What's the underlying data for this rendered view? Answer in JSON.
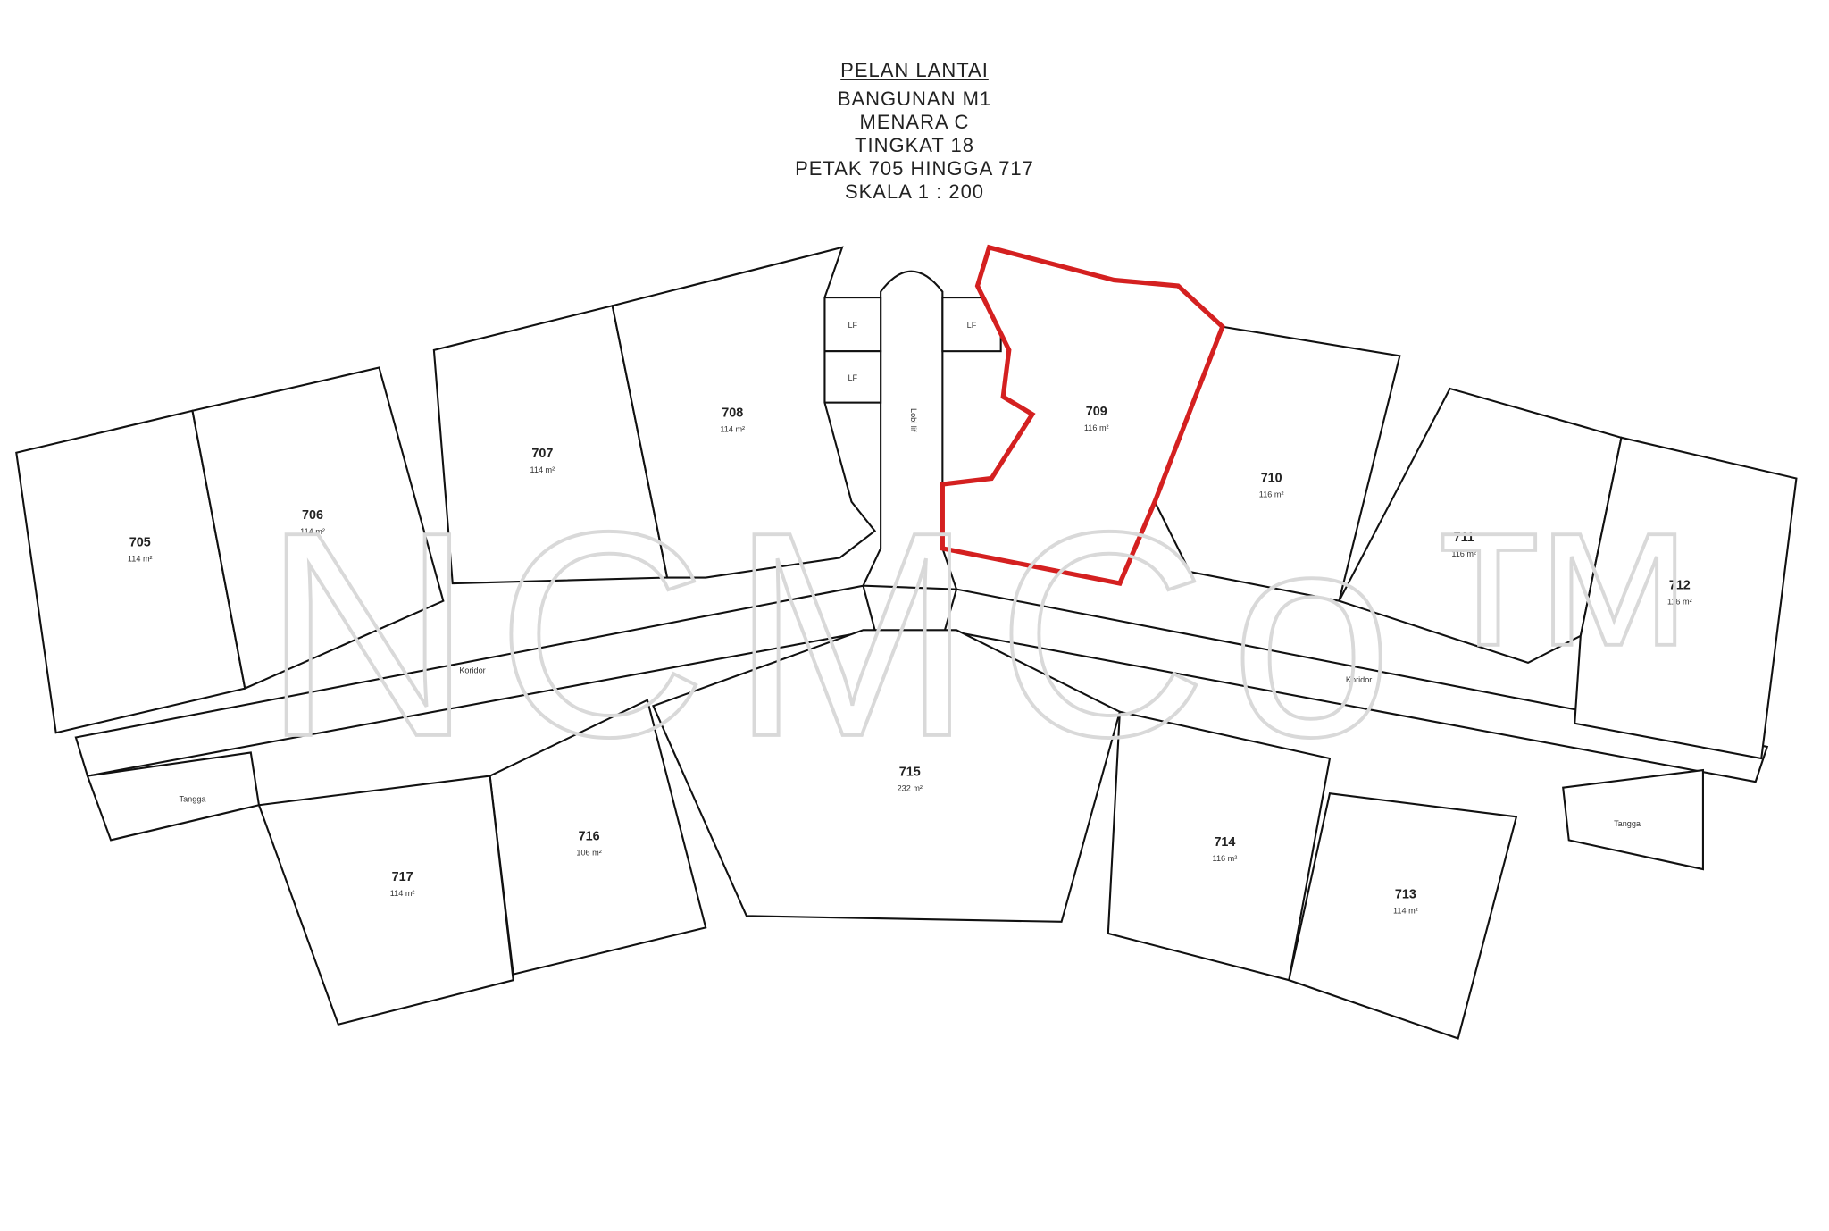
{
  "title": {
    "heading": "PELAN LANTAI",
    "building": "BANGUNAN M1",
    "tower": "MENARA C",
    "floor": "TINGKAT 18",
    "parcels": "PETAK 705 HINGGA 717",
    "scale": "SKALA 1 : 200"
  },
  "highlight_color": "#d42020",
  "selected_unit": "709",
  "units": [
    {
      "id": "705",
      "area": "114 m²"
    },
    {
      "id": "706",
      "area": "114 m²"
    },
    {
      "id": "707",
      "area": "114 m²"
    },
    {
      "id": "708",
      "area": "114 m²"
    },
    {
      "id": "709",
      "area": "116 m²"
    },
    {
      "id": "710",
      "area": "116 m²"
    },
    {
      "id": "711",
      "area": "116 m²"
    },
    {
      "id": "712",
      "area": "116 m²"
    },
    {
      "id": "713",
      "area": "114 m²"
    },
    {
      "id": "714",
      "area": "116 m²"
    },
    {
      "id": "715",
      "area": "232 m²"
    },
    {
      "id": "716",
      "area": "106 m²"
    },
    {
      "id": "717",
      "area": "114 m²"
    }
  ],
  "common": {
    "corridor": "Koridor",
    "stairs": "Tangga",
    "lift_lobby": "Lobi lif",
    "lift": "LF"
  },
  "watermark": "NCMCo™"
}
